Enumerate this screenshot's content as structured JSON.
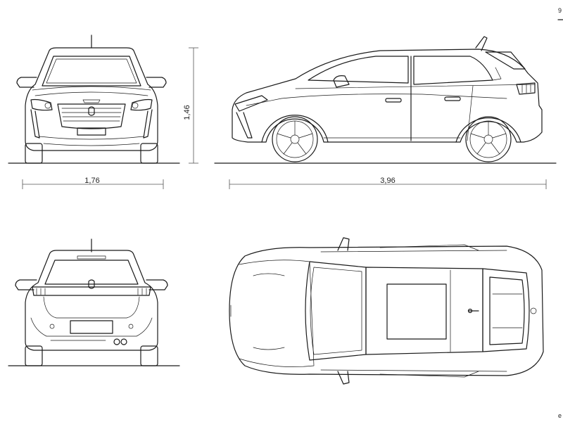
{
  "dimensions": {
    "height": "1,46",
    "width": "1,76",
    "length": "3,96"
  },
  "corner_marks": {
    "top_right": "9",
    "bottom_right": "e"
  }
}
